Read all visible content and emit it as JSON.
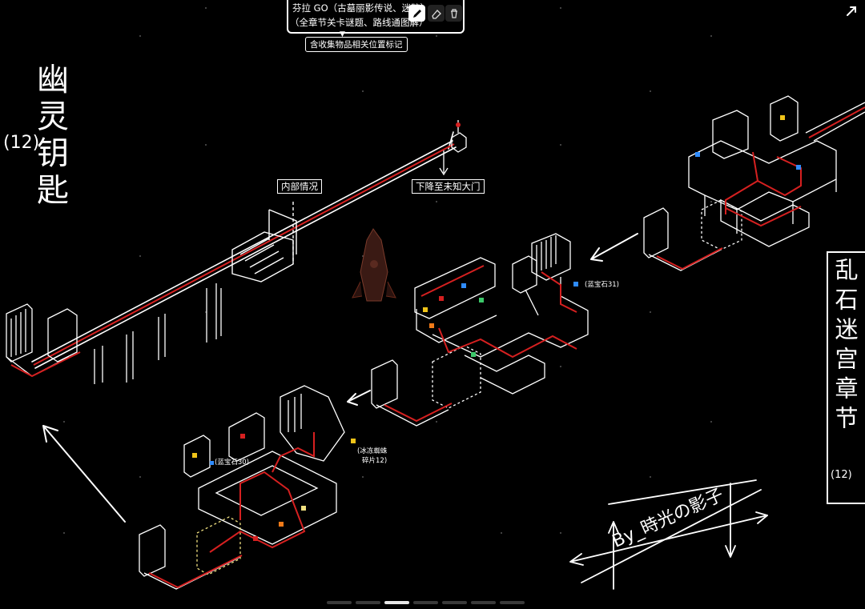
{
  "header": {
    "line1": "芬拉 GO（古墓丽影传说、迷踪）",
    "line2": "（全章节关卡谜题、路线通图解）",
    "sub_note": "含收集物品相关位置标记"
  },
  "toolbar": {
    "pen_icon": "pen-icon",
    "eraser_icon": "eraser-icon",
    "trash_icon": "trash-icon",
    "fullscreen_icon": "expand-icon"
  },
  "left_title": {
    "text": "幽灵钥匙",
    "number": "(12)"
  },
  "chapter": {
    "title": "乱石迷宫章节",
    "number": "(12)"
  },
  "annotations": {
    "interior": "内部情况",
    "descend": "下降至未知大门",
    "blue_gem_right": "(蓝宝石31)",
    "blue_gem_left": "(蓝宝石30)",
    "spider_relic_1": "(冰冻蜘蛛",
    "spider_relic_2": "碎片12)"
  },
  "author": "By_時光の影子",
  "pager": {
    "count": 7,
    "active_index": 2
  },
  "colors": {
    "path_red": "#d62020",
    "line_white": "#ffffff",
    "gem_blue": "#2f8cff",
    "gem_yellow": "#f0c419",
    "gem_green": "#3cc86a",
    "gem_orange": "#f07a19"
  }
}
